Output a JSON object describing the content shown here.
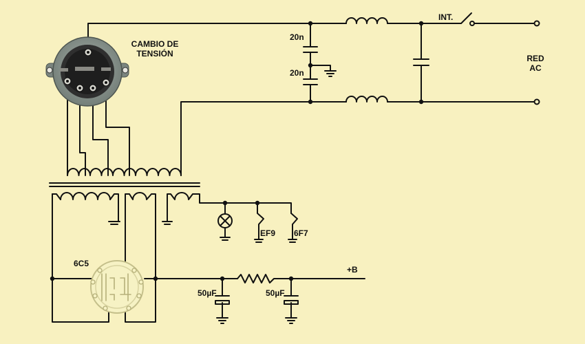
{
  "labels": {
    "selector": [
      "CAMBIO DE",
      "TENSIÓN"
    ],
    "cap_top": "20n",
    "cap_bottom": "20n",
    "switch": "INT.",
    "mains": [
      "RED",
      "AC"
    ],
    "tube": "6C5",
    "cap_filter_1": "50µF",
    "cap_filter_2": "50µF",
    "output": "+B",
    "load_1": "EF9",
    "load_2": "6F7"
  },
  "colors": {
    "background": "#f8f1c0",
    "wire": "#111111",
    "selector_body": "#8f9a93",
    "tube_socket": "#f6f2c4"
  }
}
